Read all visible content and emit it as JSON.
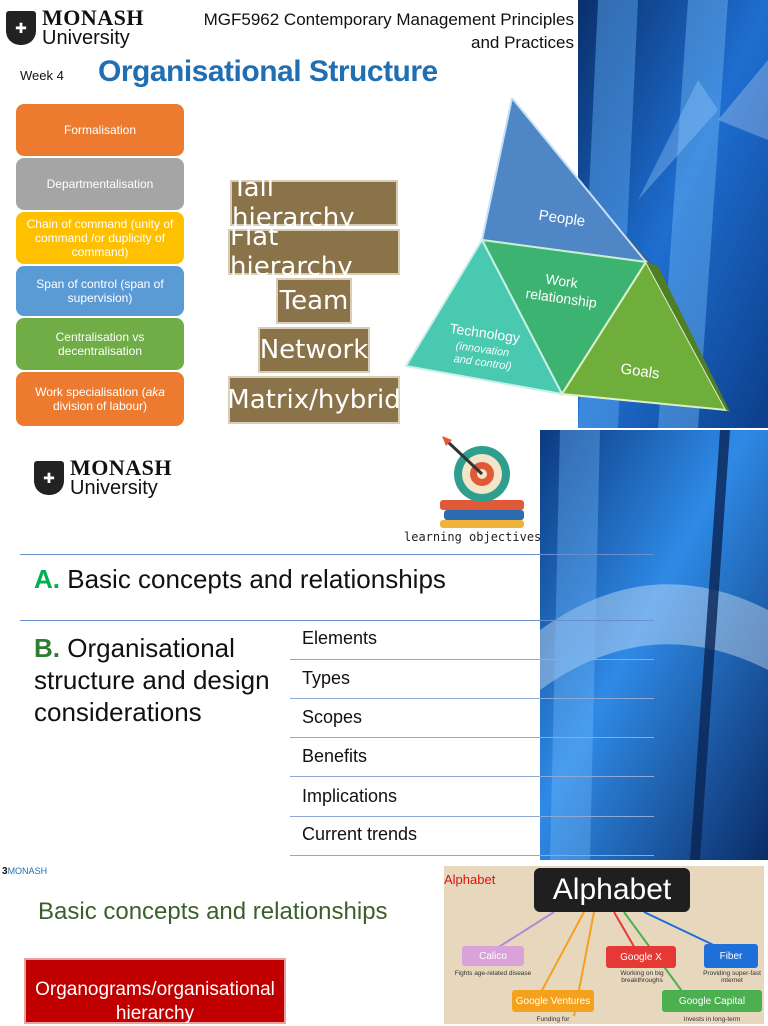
{
  "slide1": {
    "logo": {
      "line1": "MONASH",
      "line2": "University"
    },
    "course_title_line1": "MGF5962 Contemporary Management Principles",
    "course_title_line2": "and Practices",
    "week": "Week 4",
    "title": "Organisational Structure",
    "elements": [
      {
        "label": "Formalisation",
        "color": "#ec7b30"
      },
      {
        "label": "Departmentalisation",
        "color": "#a5a5a5"
      },
      {
        "label": "Chain of command (unity of command /or duplicity of command)",
        "color": "#ffc000"
      },
      {
        "label": "Span of control (span of supervision)",
        "color": "#5b9bd5"
      },
      {
        "label": "Centralisation vs decentralisation",
        "color": "#70ad47"
      },
      {
        "label_before": "Work specialisation (",
        "label_italic": "aka",
        "label_after": " division of labour)",
        "color": "#ec7b30"
      }
    ],
    "hierarchy_types": [
      "Tall hierarchy",
      "Flat hierarchy",
      "Team",
      "Network",
      "Matrix/hybrid"
    ],
    "pyramid": {
      "top": "People",
      "center_line1": "Work",
      "center_line2": "relationship",
      "left_line1": "Technology",
      "left_line2": "(innovation",
      "left_line3": "and control)",
      "right": "Goals",
      "colors": {
        "top": "#4f86c6",
        "center": "#3cb371",
        "left": "#48c9b0",
        "right": "#6fae3a"
      }
    }
  },
  "slide2": {
    "logo": {
      "line1": "MONASH",
      "line2": "University"
    },
    "objectives_label": "learning objectives",
    "section_a": {
      "letter": "A.",
      "text": "Basic concepts and relationships"
    },
    "section_b": {
      "letter": "B.",
      "text": "Organisational structure and design considerations"
    },
    "topics": [
      "Elements",
      "Types",
      "Scopes",
      "Benefits",
      "Implications",
      "Current trends"
    ],
    "colors": {
      "a": "#00b050",
      "b": "#2e7d32"
    }
  },
  "slide3": {
    "page_number": "3",
    "footer_brand": "MONASH",
    "title": "Basic concepts and relationships",
    "red_box_line1": "Organograms/organisational",
    "red_box_line2": "hierarchy",
    "alphabet_label": "Alphabet",
    "alphabet_logo": "Alphabet",
    "nodes": [
      {
        "name": "Calico",
        "caption": "Fights age-related disease",
        "color": "#d9a3d9"
      },
      {
        "name": "Google X",
        "caption": "Working on big breakthroughs",
        "color": "#e53935"
      },
      {
        "name": "Fiber",
        "caption": "Providing super-fast internet",
        "color": "#1e6fd9"
      },
      {
        "name": "Google Ventures",
        "caption": "Funding for",
        "color": "#f4a21e"
      },
      {
        "name": "Google Capital",
        "caption": "Invests in long-term",
        "color": "#4caf50"
      }
    ]
  }
}
